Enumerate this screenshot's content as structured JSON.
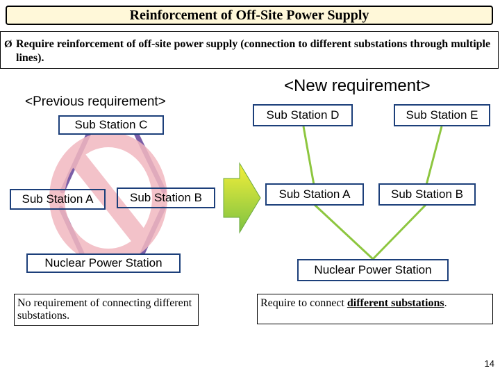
{
  "title": "Reinforcement of Off-Site Power Supply",
  "requirement": {
    "bullet": "Ø",
    "text": "Require reinforcement of off-site power supply (connection to different substations through multiple lines)."
  },
  "previous": {
    "heading": "<Previous requirement>",
    "nodes": {
      "c": "Sub Station C",
      "a": "Sub Station A",
      "b": "Sub Station B",
      "npp": "Nuclear Power Station"
    },
    "note": "No requirement of connecting different substations."
  },
  "new": {
    "heading": "<New requirement>",
    "nodes": {
      "d": "Sub Station D",
      "e": "Sub Station E",
      "a": "Sub Station A",
      "b": "Sub Station B",
      "npp": "Nuclear Power Station"
    },
    "note_prefix": "Require to connect ",
    "note_emph": "different substations",
    "note_suffix": "."
  },
  "page_number": "14",
  "colors": {
    "title_bg": "#fff8d9",
    "node_border": "#1c3f7a",
    "prev_lines": "#7b5ea7",
    "prohibit": "#f2b8c0",
    "new_lines": "#8dc63f",
    "arrow_top": "#f5ef3a",
    "arrow_bottom": "#7cc242"
  }
}
